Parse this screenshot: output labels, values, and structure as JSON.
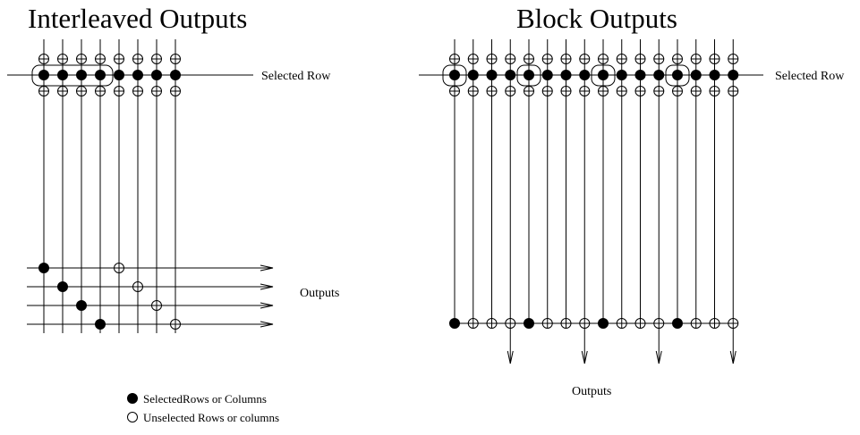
{
  "left_panel": {
    "title": "Interleaved Outputs",
    "row_label": "Selected Row",
    "outputs_label": "Outputs"
  },
  "right_panel": {
    "title": "Block Outputs",
    "row_label": "Selected Row",
    "outputs_label": "Outputs"
  },
  "legend": {
    "selected": "SelectedRows or  Columns",
    "unselected": "Unselected Rows or columns"
  }
}
